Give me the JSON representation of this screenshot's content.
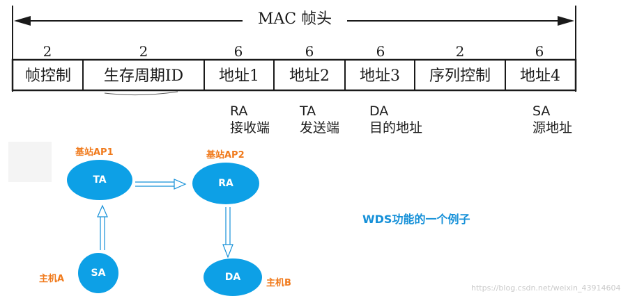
{
  "frame": {
    "title": "MAC 帧头",
    "sizes": [
      "2",
      "2",
      "6",
      "6",
      "6",
      "2",
      "6"
    ],
    "fields": [
      "帧控制",
      "生存周期ID",
      "地址1",
      "地址2",
      "地址3",
      "序列控制",
      "地址4"
    ]
  },
  "address_roles": [
    {
      "abbr": "RA",
      "desc": "接收端"
    },
    {
      "abbr": "TA",
      "desc": "发送端"
    },
    {
      "abbr": "DA",
      "desc": "目的地址"
    },
    {
      "abbr": "SA",
      "desc": "源地址"
    }
  ],
  "wds": {
    "caption": "WDS功能的一个例子",
    "nodes": [
      {
        "id": "ta",
        "label": "TA",
        "owner": "基站AP1"
      },
      {
        "id": "ra",
        "label": "RA",
        "owner": "基站AP2"
      },
      {
        "id": "sa",
        "label": "SA",
        "owner": "主机A"
      },
      {
        "id": "da",
        "label": "DA",
        "owner": "主机B"
      }
    ]
  },
  "watermark": "https://blog.csdn.net/weixin_43914604",
  "colors": {
    "node": "#0da0e6",
    "owner_label": "#f07a1c",
    "caption": "#1590d8",
    "line": "#1a1a1a"
  }
}
